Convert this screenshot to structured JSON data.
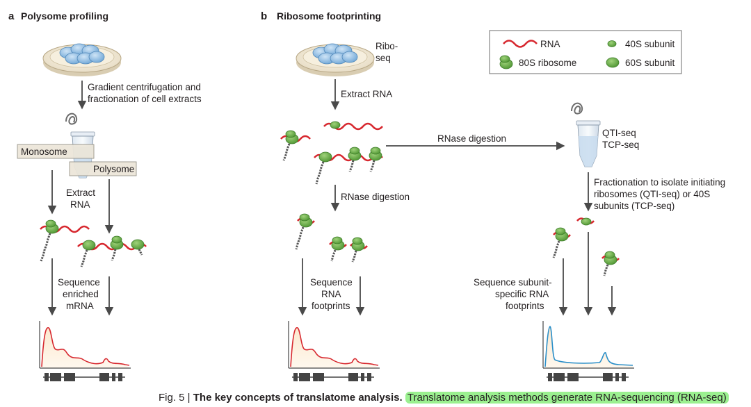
{
  "panel_a": {
    "letter": "a",
    "title": "Polysome profiling",
    "step1": [
      "Gradient centrifugation and",
      "fractionation of cell extracts"
    ],
    "monosome": "Monosome",
    "polysome": "Polysome",
    "step2": [
      "Extract",
      "RNA"
    ],
    "step3": [
      "Sequence",
      "enriched",
      "mRNA"
    ]
  },
  "panel_b": {
    "letter": "b",
    "title": "Ribosome footprinting",
    "riboseq": [
      "Ribo-",
      "seq"
    ],
    "extract": "Extract RNA",
    "rnase_h": "RNase digestion",
    "rnase_v": "RNase digestion",
    "sequence": [
      "Sequence",
      "RNA",
      "footprints"
    ],
    "qti": [
      "QTI-seq",
      "TCP-seq"
    ],
    "fraction": [
      "Fractionation to isolate initiating",
      "ribosomes (QTI-seq) or 40S",
      "subunits (TCP-seq)"
    ],
    "seq_sub": [
      "Sequence subunit-",
      "specific RNA",
      "footprints"
    ]
  },
  "legend": {
    "rna": "RNA",
    "s40": "40S subunit",
    "s80": "80S ribosome",
    "s60": "60S subunit"
  },
  "caption": {
    "prefix": "Fig. 5 | ",
    "bold": "The key concepts of translatome analysis.",
    "highlight": "Translatome analysis methods generate RNA-sequencing (RNA-seq)"
  },
  "colors": {
    "rna": "#d7282f",
    "ribosome": "#6ab043",
    "ribosome_dark": "#3e7d2a",
    "dish_cells": "#8fbde3",
    "profile_red": "#d7282f",
    "profile_blue": "#2b8fc9",
    "tube_liquid": "#c8dcef",
    "highlight": "#9bf090"
  }
}
